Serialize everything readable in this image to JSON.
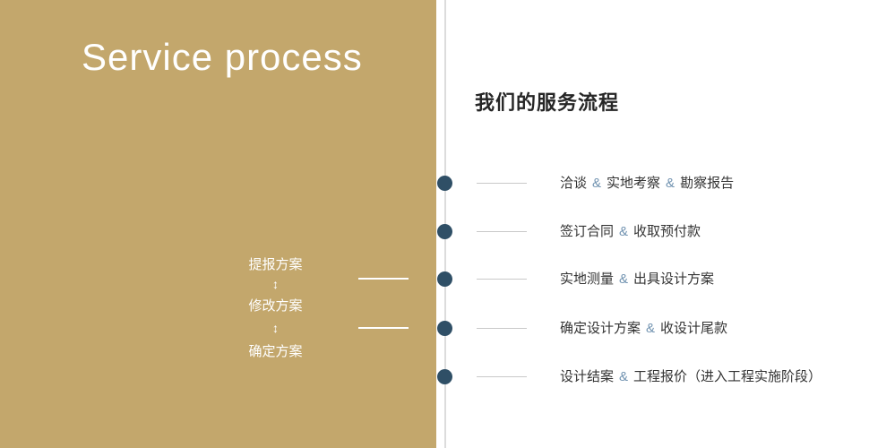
{
  "colors": {
    "panel_bg": "#c3a76c",
    "dot": "#2f4f66",
    "amp": "#7092b0",
    "tick": "#c9c9c9",
    "divider": "#dcdcdc",
    "text_dark": "#333333"
  },
  "left_panel": {
    "title": "Service process",
    "plan": {
      "arrow": "↕",
      "steps": [
        "提报方案",
        "修改方案",
        "确定方案"
      ]
    }
  },
  "right_panel": {
    "heading": "我们的服务流程",
    "amp": "&",
    "steps": [
      {
        "parts": [
          "洽谈",
          "实地考察",
          "勘察报告"
        ]
      },
      {
        "parts": [
          "签订合同",
          "收取预付款"
        ]
      },
      {
        "parts": [
          "实地测量",
          "出具设计方案"
        ]
      },
      {
        "parts": [
          "确定设计方案",
          "收设计尾款"
        ]
      },
      {
        "parts": [
          "设计结案",
          "工程报价（进入工程实施阶段）"
        ]
      }
    ]
  }
}
